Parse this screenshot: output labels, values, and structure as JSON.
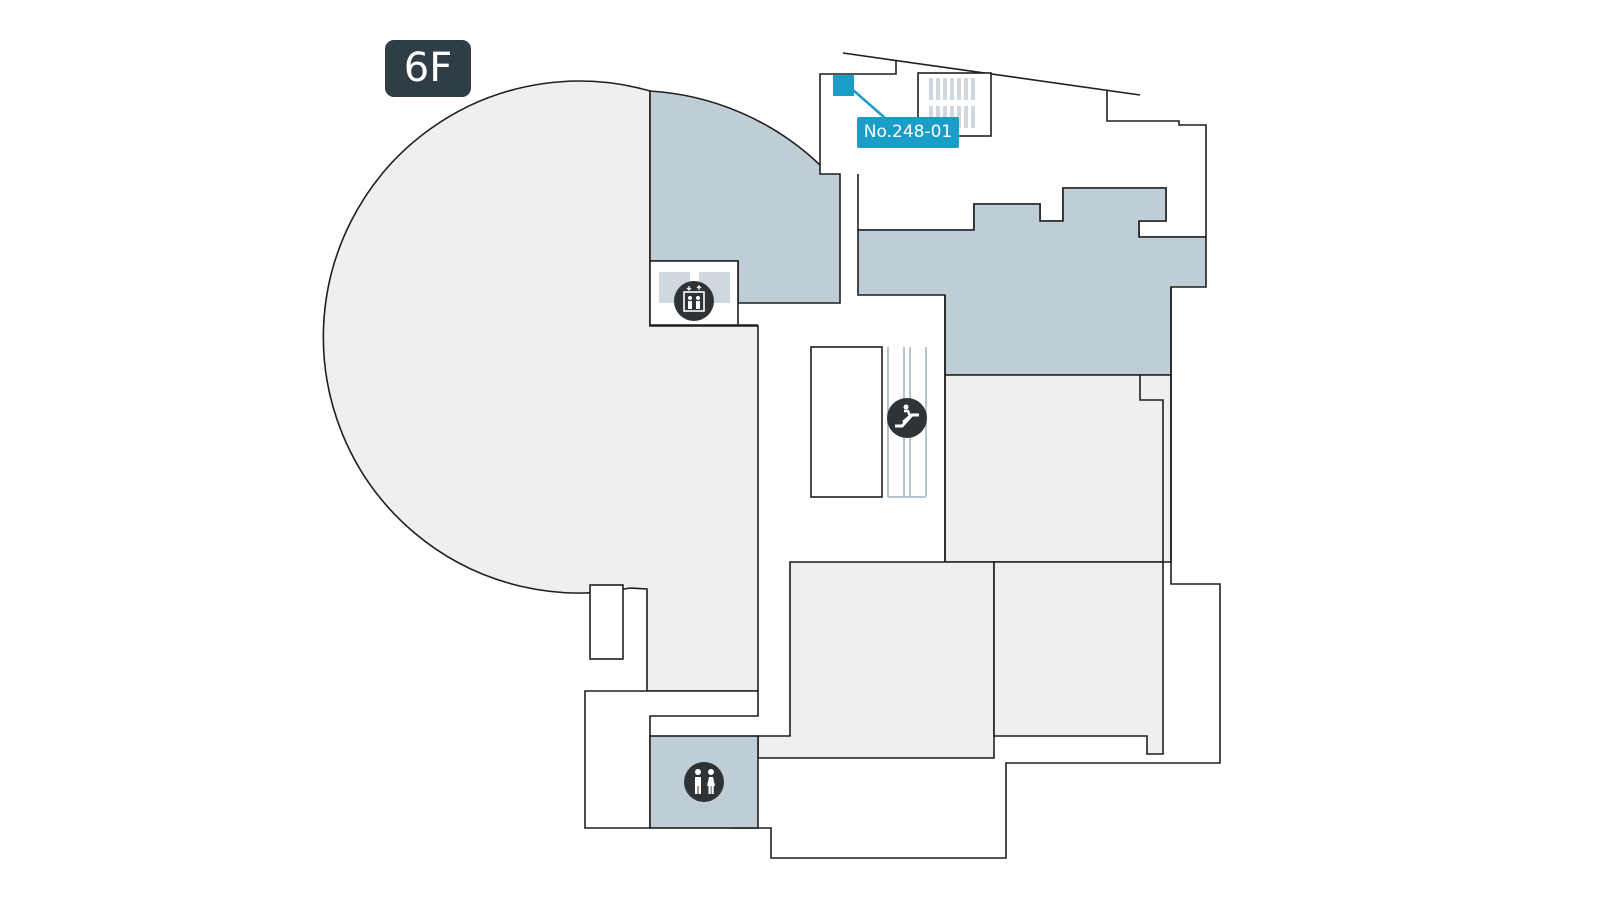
{
  "map": {
    "floor_label": "6F",
    "location_marker": {
      "label": "No.248-01",
      "color": "#1a9ec8"
    },
    "facilities": [
      {
        "name": "elevator",
        "icon": "elevator-icon"
      },
      {
        "name": "escalator",
        "icon": "escalator-icon"
      },
      {
        "name": "restroom",
        "icon": "restroom-icon"
      }
    ],
    "colors": {
      "wall": "#1f1f1f",
      "room_light": "#efefef",
      "room_service": "#bfcdd6",
      "icon_bg": "#2f3336",
      "badge_bg": "#2f3d45"
    }
  }
}
